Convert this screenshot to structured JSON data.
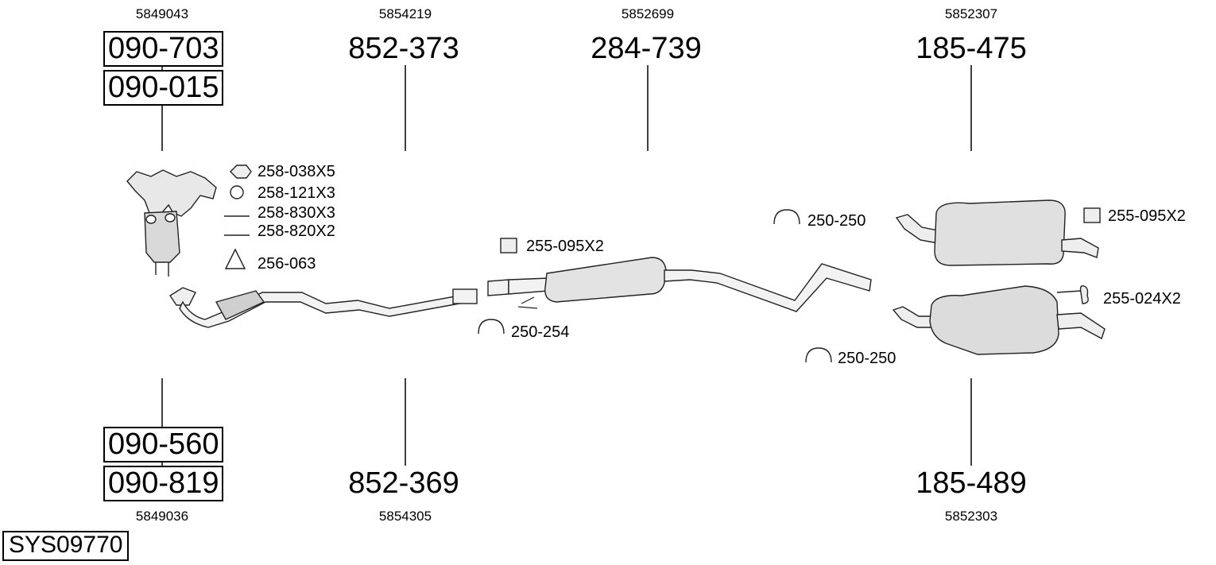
{
  "diagram": {
    "system_code": "SYS09770",
    "groups": [
      {
        "id": "manifold-cat",
        "top": {
          "oe": "5849043",
          "parts": [
            "090-703",
            "090-015"
          ]
        },
        "bottom": {
          "oe": "5849036",
          "parts": [
            "090-560",
            "090-819"
          ]
        }
      },
      {
        "id": "front-pipe",
        "top": {
          "oe": "5854219",
          "part": "852-373"
        },
        "bottom": {
          "oe": "5854305",
          "part": "852-369"
        }
      },
      {
        "id": "middle-silencer",
        "top": {
          "oe": "5852699",
          "part": "284-739"
        }
      },
      {
        "id": "rear-silencer",
        "top": {
          "oe": "5852307",
          "part": "185-475"
        },
        "bottom": {
          "oe": "5852303",
          "part": "185-489"
        }
      }
    ],
    "accessories": {
      "nut": "258-038X5",
      "ring": "258-121X3",
      "bolt_long": "258-830X3",
      "bolt_short": "258-820X2",
      "gasket": "256-063",
      "mount_middle": "255-095X2",
      "clamp_middle": "250-254",
      "clamp_upper": "250-250",
      "clamp_lower": "250-250",
      "mount_rear": "255-095X2",
      "mount_rear_2": "255-024X2"
    }
  }
}
